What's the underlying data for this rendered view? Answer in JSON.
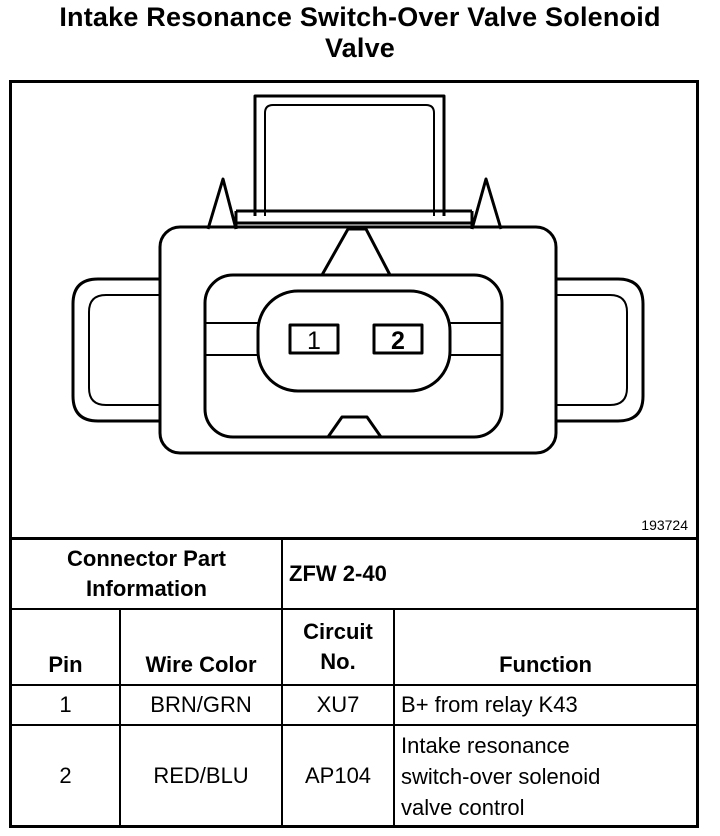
{
  "title": {
    "line1": "Intake Resonance Switch-Over Valve Solenoid",
    "line2": "Valve"
  },
  "figure": {
    "pins": [
      "1",
      "2"
    ],
    "figure_number": "193724"
  },
  "connector_info": {
    "label_line1": "Connector Part",
    "label_line2": "Information",
    "value": "ZFW 2-40"
  },
  "table": {
    "headers": {
      "pin": "Pin",
      "wire_color": "Wire Color",
      "circuit_line1": "Circuit",
      "circuit_line2": "No.",
      "function": "Function"
    },
    "rows": [
      {
        "pin": "1",
        "wire_color": "BRN/GRN",
        "circuit": "XU7",
        "function_lines": [
          "B+ from relay K43"
        ]
      },
      {
        "pin": "2",
        "wire_color": "RED/BLU",
        "circuit": "AP104",
        "function_lines": [
          "Intake resonance",
          "switch-over solenoid",
          "valve control"
        ]
      }
    ]
  }
}
